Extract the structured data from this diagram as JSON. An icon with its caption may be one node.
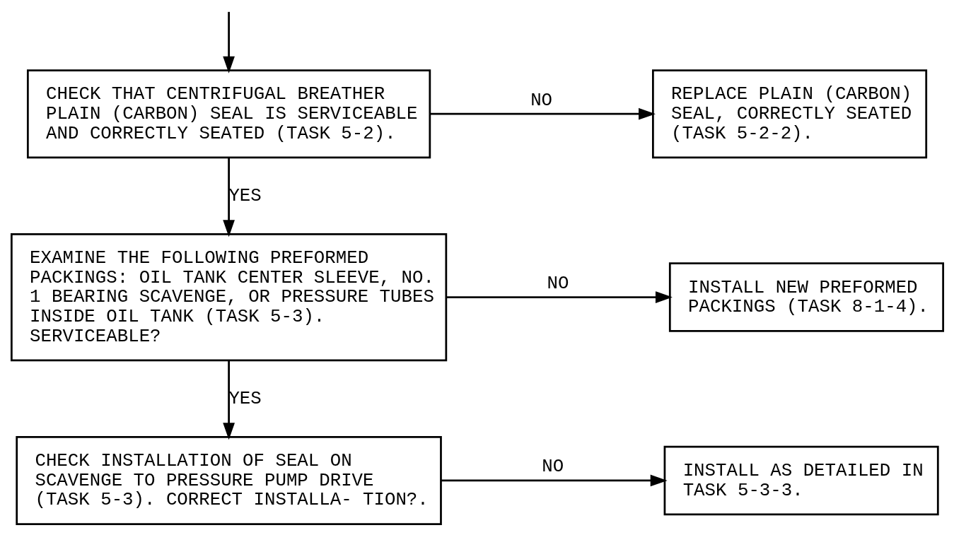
{
  "diagram": {
    "nodes": [
      {
        "text": [
          "CHECK THAT CENTRIFUGAL BREATHER PLAIN (CARBON) SEAL IS SERVICEABLE AND CORRECTLY SEATED (TASK 5-2)."
        ]
      },
      {
        "text": [
          "REPLACE PLAIN (CARBON) SEAL, CORRECTLY SEATED (TASK 5-2-2)."
        ]
      },
      {
        "text": [
          "EXAMINE THE FOLLOWING PREFORMED PACKINGS: OIL TANK CENTER SLEEVE, NO. 1 BEARING SCAVENGE, OR PRESSURE TUBES INSIDE OIL TANK (TASK 5-3). SERVICEABLE?"
        ]
      },
      {
        "text": [
          "INSTALL NEW PREFORMED PACKINGS (TASK 8-1-4)."
        ]
      },
      {
        "text": [
          "CHECK INSTALLATION OF SEAL ON SCAVENGE TO PRESSURE PUMP DRIVE (TASK 5-3). CORRECT INSTALLA- TION?."
        ]
      },
      {
        "text": [
          "INSTALL AS DETAILED IN TASK 5-3-3."
        ]
      }
    ],
    "edges": [
      {
        "from": null,
        "to": 0,
        "arrow": "to"
      },
      {
        "from": 0,
        "to": 1,
        "arrow": "to",
        "label": "NO"
      },
      {
        "from": 0,
        "to": 2,
        "arrow": "to",
        "label": "YES"
      },
      {
        "from": 2,
        "to": 3,
        "arrow": "to",
        "label": "NO"
      },
      {
        "from": 2,
        "to": 4,
        "arrow": "to",
        "label": "YES"
      },
      {
        "from": 4,
        "to": 5,
        "arrow": "to",
        "label": "NO"
      }
    ]
  }
}
